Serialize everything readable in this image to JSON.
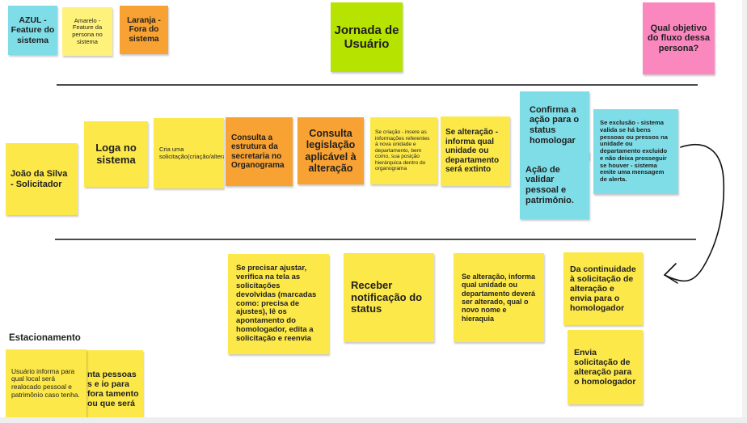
{
  "colors": {
    "yellow": "#fde84a",
    "light_yellow": "#fff27a",
    "blue": "#7fdde8",
    "orange": "#f7a233",
    "green": "#b7e300",
    "pink": "#fb87bf"
  },
  "legend": {
    "blue": "AZUL - Feature do sistema",
    "yellow": "Amarelo - Feature da persona no sistema",
    "orange": "Laranja - Fora do sistema"
  },
  "title": "Jornada de Usuário",
  "question": "Qual objetivo do fluxo dessa persona?",
  "row1": {
    "persona": "João da Silva - Solicitador",
    "login": "Loga no sistema",
    "create": "Cria uma solicitação(criação/alteração/alteração)",
    "consult_structure": "Consulta a estrutura da secretaria no Organograma",
    "consult_law": "Consulta legislação aplicável à alteração",
    "creation_info": "Se criação - insere as informações referentes à nova unidade e departamento, bem como, sua posição hierárquica dentro do organograma",
    "alteration_info": "Se alteração - informa qual unidade ou departamento será extinto",
    "confirm": "Confirma a ação para o status homologar",
    "validate": "Ação de validar pessoal e patrimônio.",
    "exclusion": "Se exclusão - sistema valida se há bens pessoas ou pressos na unidade ou departamento excluido e não deixa prosseguir se houver - sistema emite uma mensagem de alerta."
  },
  "row2": {
    "adjust": "Se precisar ajustar, verifica na tela as solicitações devolvidas (marcadas como: precisa de ajustes), lê os apontamento do homologador, edita a solicitação e reenvia",
    "notification": "Receber notificação do status",
    "alteration2": "Se alteração, informa qual unidade ou departamento deverá ser alterado, qual o novo nome e hieraquia",
    "continue": "Da continuidade à solicitação de alteração e envia para o homologador",
    "send": "Envia solicitação de alteração para o homologador"
  },
  "parking": {
    "label": "Estacionamento",
    "note1": "Usuário informa para qual local será realocado pessoal e patrimônio caso tenha.",
    "note2": "nta pessoas s e io para fora tamento ou que será"
  }
}
